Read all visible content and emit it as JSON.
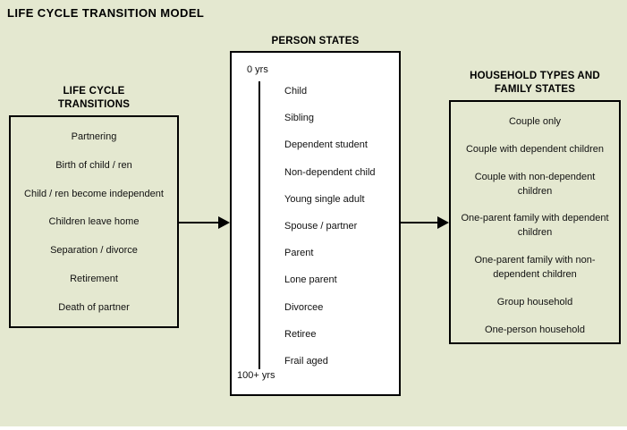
{
  "title": "LIFE CYCLE TRANSITION MODEL",
  "left_panel": {
    "header": "LIFE CYCLE\nTRANSITIONS",
    "items": [
      "Partnering",
      "Birth of child / ren",
      "Child / ren become independent",
      "Children leave home",
      "Separation / divorce",
      "Retirement",
      "Death of partner"
    ]
  },
  "middle_panel": {
    "header": "PERSON STATES",
    "top_label": "0 yrs",
    "bottom_label": "100+ yrs",
    "items": [
      "Child",
      "Sibling",
      "Dependent student",
      "Non-dependent child",
      "Young single adult",
      "Spouse / partner",
      "Parent",
      "Lone parent",
      "Divorcee",
      "Retiree",
      "Frail aged"
    ]
  },
  "right_panel": {
    "header": "HOUSEHOLD TYPES AND\nFAMILY STATES",
    "items": [
      "Couple only",
      "Couple with dependent children",
      "Couple with non-dependent children",
      "One-parent family with dependent children",
      "One-parent family with non-dependent children",
      "Group household",
      "One-person household"
    ]
  },
  "colors": {
    "background": "#E4E8D0",
    "panel_fill": "#FFFFFF",
    "line": "#000000",
    "text": "#111111"
  }
}
